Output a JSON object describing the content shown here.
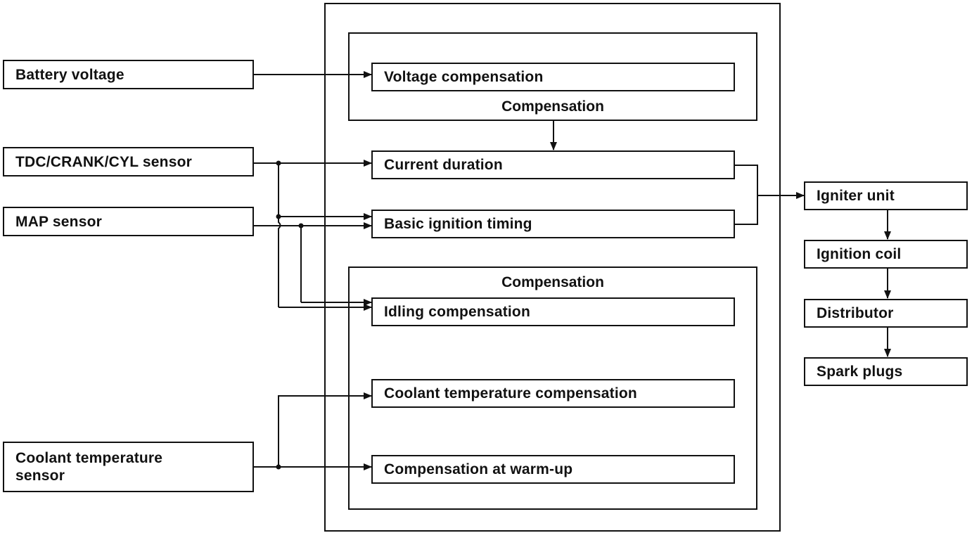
{
  "inputs": {
    "battery_voltage": "Battery voltage",
    "tdc_sensor": "TDC/CRANK/CYL sensor",
    "map_sensor": "MAP sensor",
    "coolant_sensor": "Coolant temperature\nsensor"
  },
  "ecu": {
    "upper_compensation_caption": "Compensation",
    "lower_compensation_caption": "Compensation",
    "voltage_compensation": "Voltage compensation",
    "current_duration": "Current duration",
    "basic_ignition_timing": "Basic ignition timing",
    "idling_compensation": "Idling compensation",
    "coolant_temperature_compensation": "Coolant temperature compensation",
    "compensation_at_warmup": "Compensation at warm-up"
  },
  "outputs": {
    "igniter_unit": "Igniter unit",
    "ignition_coil": "Ignition coil",
    "distributor": "Distributor",
    "spark_plugs": "Spark plugs"
  }
}
